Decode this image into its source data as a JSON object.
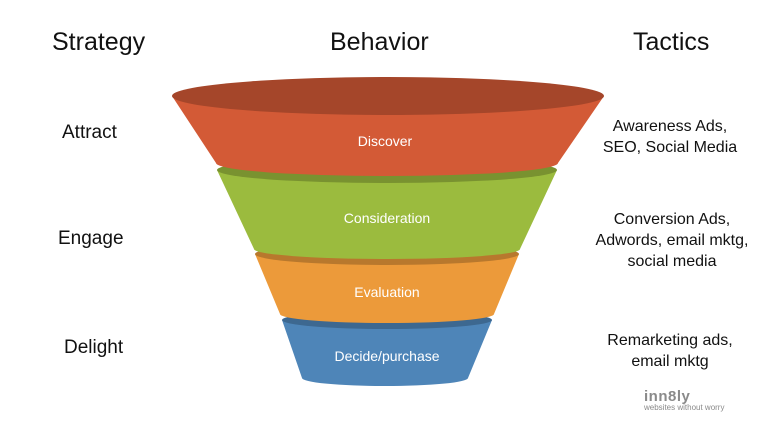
{
  "headers": {
    "strategy": "Strategy",
    "behavior": "Behavior",
    "tactics": "Tactics"
  },
  "stages": [
    {
      "strategy": "Attract",
      "behavior": "Discover",
      "tactics": [
        "Awareness Ads,",
        "SEO, Social Media"
      ],
      "color": "#d35a36"
    },
    {
      "strategy": "Engage",
      "behavior": "Consideration",
      "tactics": [
        "Conversion Ads,",
        "Adwords, email mktg,",
        "social media"
      ],
      "color": "#9bbb3e"
    },
    {
      "behavior": "Evaluation",
      "color": "#ec9a3a"
    },
    {
      "strategy": "Delight",
      "behavior": "Decide/purchase",
      "tactics": [
        "Remarketing ads,",
        "email mktg"
      ],
      "color": "#4e85b8"
    }
  ],
  "logo": {
    "word": "inn8ly",
    "tagline": "websites without worry"
  }
}
